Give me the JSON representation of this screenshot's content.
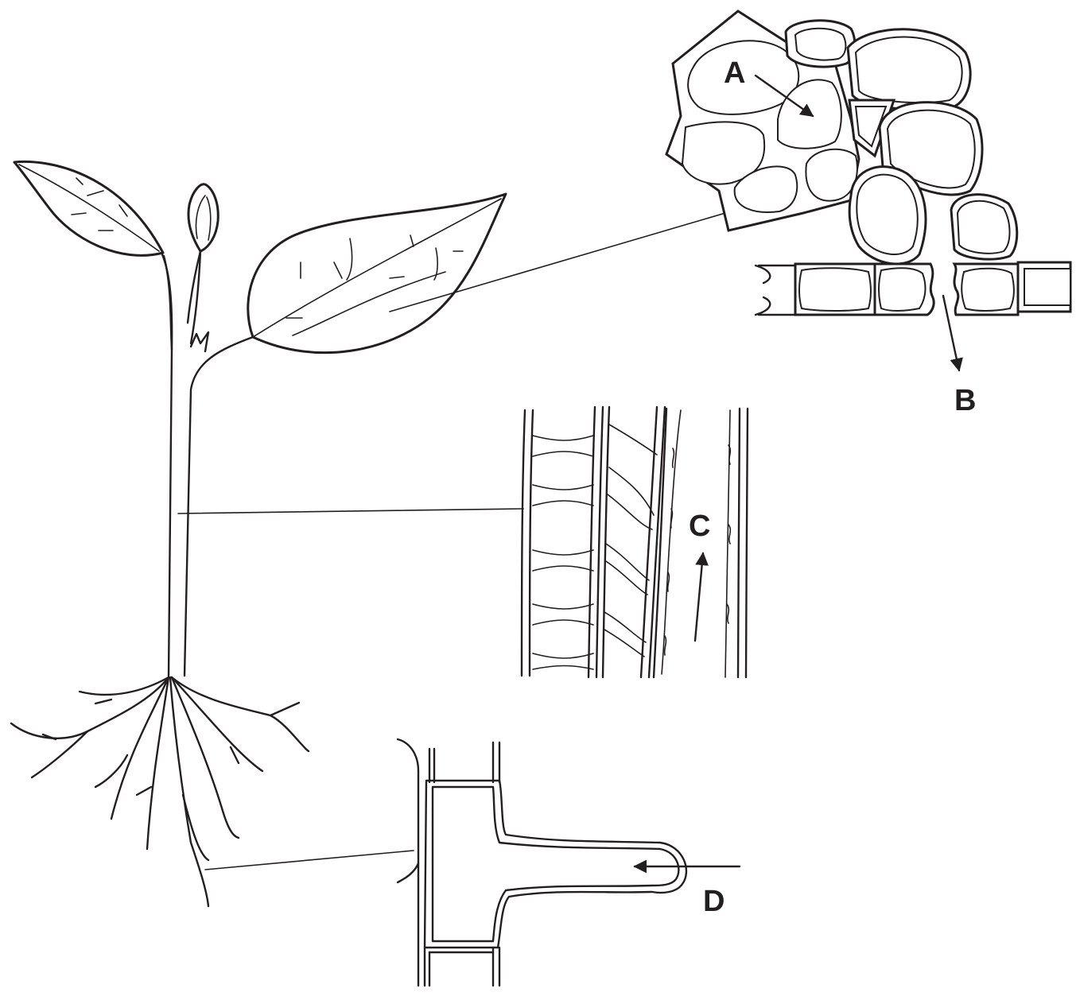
{
  "labels": {
    "a": "A",
    "b": "B",
    "c": "C",
    "d": "D"
  },
  "colors": {
    "ink": "#231f20",
    "background": "#ffffff"
  }
}
